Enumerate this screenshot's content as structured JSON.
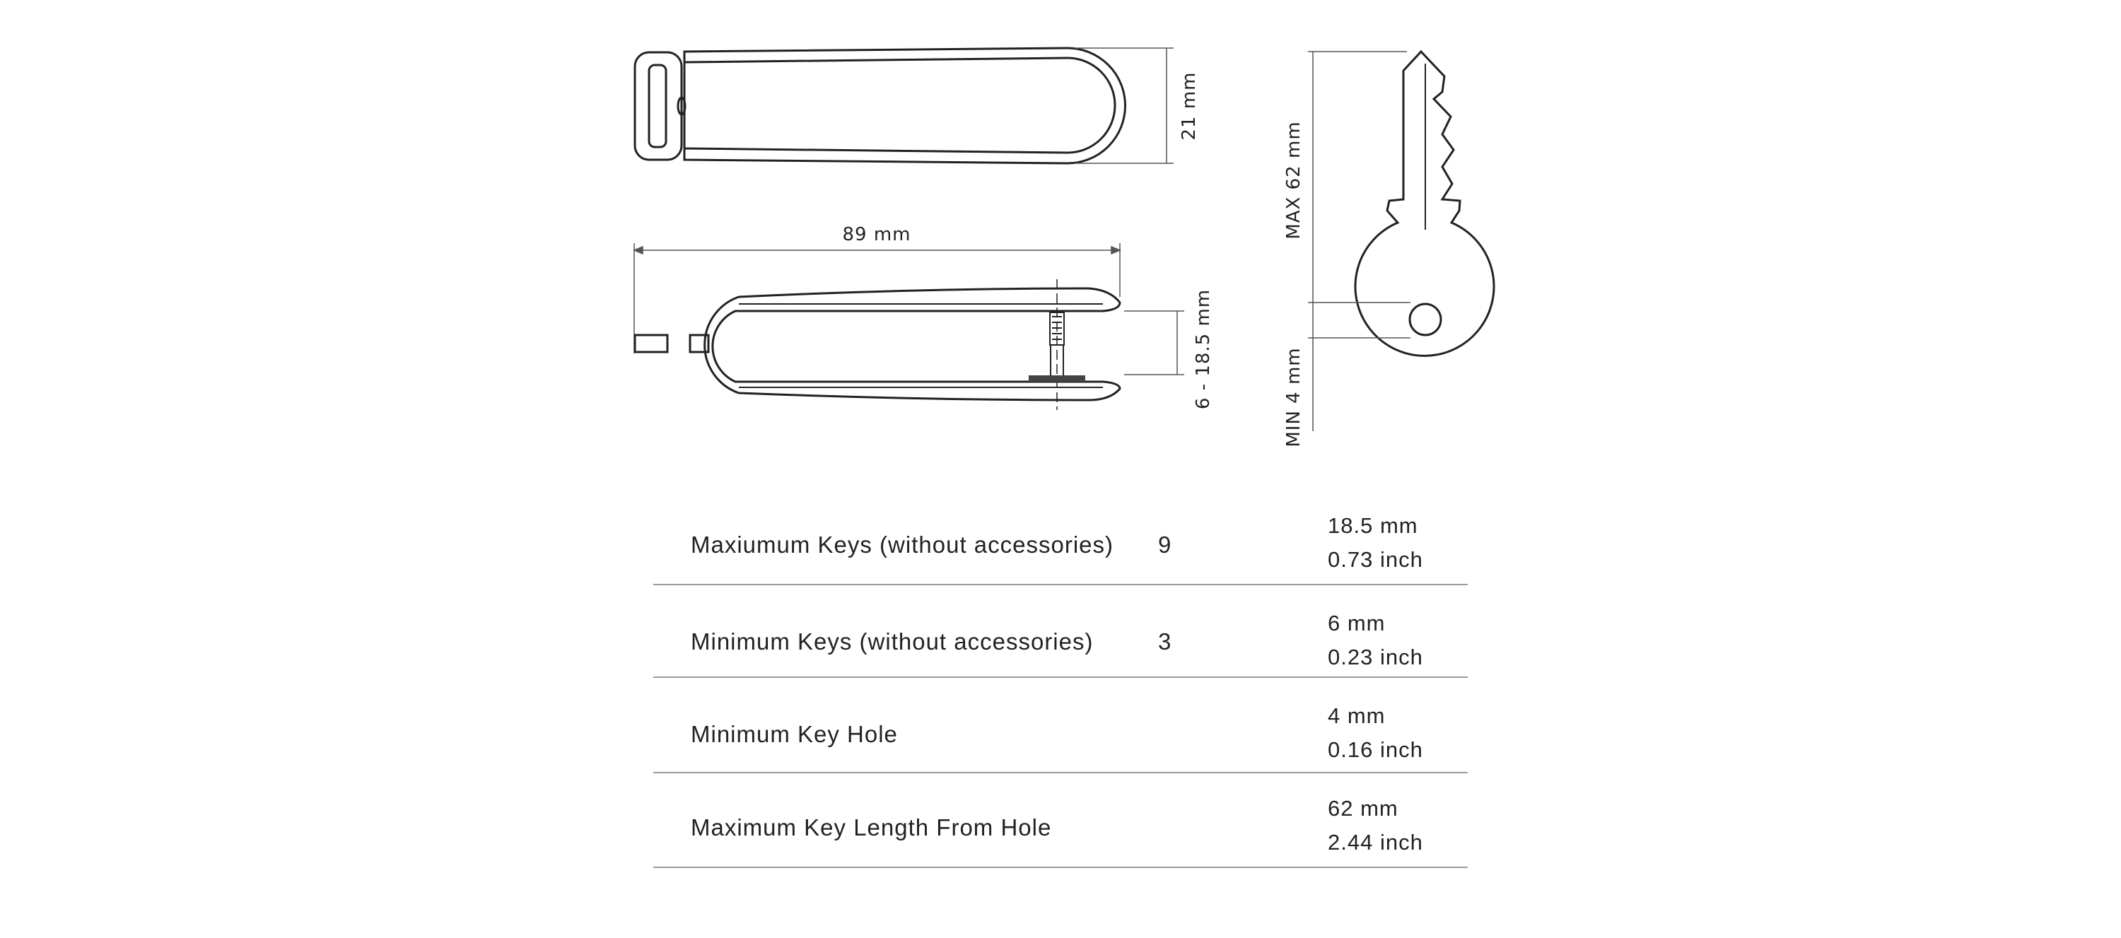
{
  "drawings": {
    "clip_width_label": "21 mm",
    "clip_length_label": "89 mm",
    "clip_capacity_label": "6 - 18.5 mm",
    "key_max_length_label": "MAX 62 mm",
    "key_min_hole_label": "MIN 4 mm"
  },
  "specs": [
    {
      "label": "Maxiumum Keys (without accessories)",
      "count": "9",
      "mm": "18.5 mm",
      "inch": "0.73 inch"
    },
    {
      "label": "Minimum Keys  (without accessories)",
      "count": "3",
      "mm": "6 mm",
      "inch": "0.23 inch"
    },
    {
      "label": "Minimum Key Hole",
      "count": "",
      "mm": "4 mm",
      "inch": "0.16 inch"
    },
    {
      "label": "Maximum Key Length From Hole",
      "count": "",
      "mm": "62 mm",
      "inch": "2.44 inch"
    }
  ]
}
